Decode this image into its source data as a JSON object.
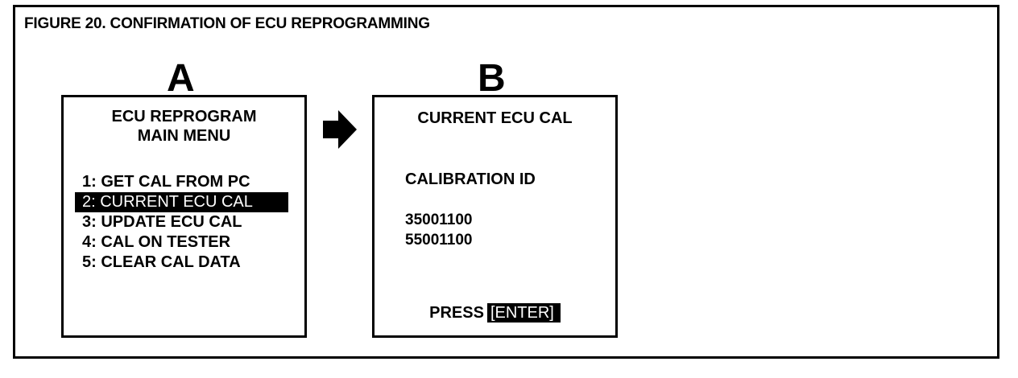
{
  "figure": {
    "title": "FIGURE 20.  CONFIRMATION OF ECU REPROGRAMMING"
  },
  "panel_a": {
    "letter": "A",
    "title_line1": "ECU REPROGRAM",
    "title_line2": "MAIN MENU",
    "menu_items": [
      "1:  GET CAL FROM PC",
      "2: CURRENT ECU CAL",
      "3:  UPDATE ECU CAL",
      "4:  CAL ON TESTER",
      "5:  CLEAR CAL DATA"
    ],
    "highlighted_index": 1
  },
  "arrow": {
    "icon": "right-arrow-icon"
  },
  "panel_b": {
    "letter": "B",
    "title": "CURRENT ECU CAL",
    "calibration_label": "CALIBRATION ID",
    "calibration_values": [
      "35001100",
      "55001100"
    ],
    "press_label": "PRESS",
    "key_label": "[ENTER]"
  },
  "colors": {
    "foreground": "#000000",
    "background": "#ffffff",
    "highlight_text": "#ffffff"
  }
}
